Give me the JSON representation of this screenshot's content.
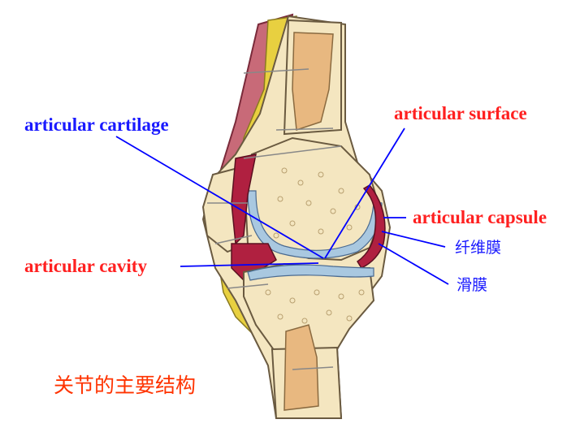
{
  "labels": {
    "articular_cartilage": "articular cartilage",
    "articular_surface": "articular surface",
    "articular_capsule": "articular capsule",
    "articular_cavity": "articular cavity",
    "fibrous_membrane": "纤维膜",
    "synovial_membrane": "滑膜"
  },
  "caption": "关节的主要结构",
  "colors": {
    "blue_label": "#1a1aff",
    "red_label": "#ff2020",
    "caption": "#ff3300",
    "leader_line": "#0000ff",
    "bone": "#f4e6c0",
    "cartilage": "#a9c8e0",
    "capsule": "#b02040",
    "fat": "#e8d040",
    "marrow": "#e8b880"
  }
}
